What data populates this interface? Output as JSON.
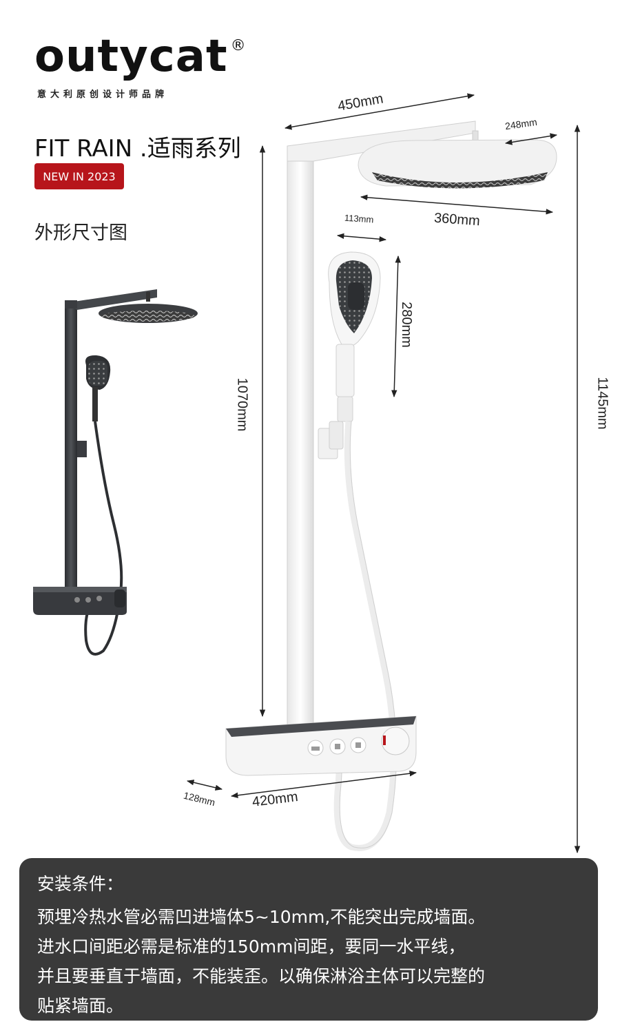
{
  "brand": {
    "logo_text": "outycat",
    "registered_mark": "®",
    "tagline": "意大利原创设计师品牌"
  },
  "product": {
    "series_title": "FIT RAIN .适雨系列",
    "badge": "NEW IN 2023",
    "section_heading": "外形尺寸图"
  },
  "dimensions": {
    "top_width": "450mm",
    "head_depth": "248mm",
    "head_width": "360mm",
    "hand_width": "113mm",
    "hand_length": "280mm",
    "column_height": "1070mm",
    "total_height": "1145mm",
    "shelf_depth": "128mm",
    "shelf_width": "420mm"
  },
  "installation": {
    "title": "安装条件：",
    "lines": [
      "预埋冷热水管必需凹进墙体5~10mm,不能突出完成墙面。",
      "进水口间距必需是标准的150mm间距，要同一水平线，",
      "并且要垂直于墙面，不能装歪。以确保淋浴主体可以完整的",
      "贴紧墙面。"
    ]
  },
  "colors": {
    "badge_red": "#b7151b",
    "info_box": "#3a3a3a",
    "dark_finish": "#3b3d40",
    "white_finish": "#f4f4f4"
  }
}
